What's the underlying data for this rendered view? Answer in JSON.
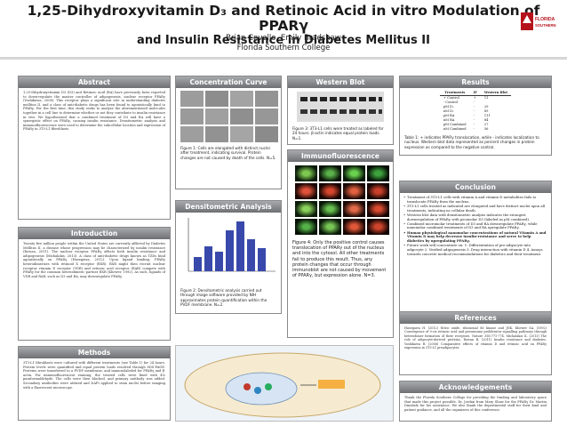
{
  "title": {
    "line1": "1,25-Dihydroxyvitamin D₃ and Retinoic Acid in vitro Modulation of PPARγ",
    "line2": "and Insulin Resistance in Diabetes Mellitus II"
  },
  "authors": "Brian Covello, Emily Bradshaw",
  "affiliation": "Florida Southern College",
  "logo_text": "FLORIDA SOUTHERN",
  "sections": {
    "abstract": "Abstract",
    "introduction": "Introduction",
    "methods": "Methods",
    "concentration": "Concentration Curve",
    "densitometric": "Densitometric Analysis",
    "western": "Western Blot",
    "immuno": "Immunofluorescence",
    "results": "Results",
    "conclusion": "Conclusion",
    "references": "References",
    "acknowledgements": "Acknowledgements"
  },
  "abstract_text": "1,25-Dihydroxyvitamin D3 (D3) and Retinoic Acid (RA) have previously been reported to down-regulate the master controller of adipogenesis, nuclear receptor PPARγ (Yoshikawa, 2006). This receptor plays a significant role in understanding diabetes mellitus II, and a class of anti-diabetic drugs has been found to agonistically bind to PPARγ. For the first time, this study seeks to analyze the aforementioned molecules together in a cell line to determine whether or not they contribute to insulin resistance in vivo. We hypothesized that a combined treatment of D3 and RA will have a synergistic effect on PPARγ, causing insulin resistance. Densitometric analysis and immunofluorescence were used to determine the subcellular location and expression of PPARγ in 3T3-L1 fibroblasts.",
  "intro_text": "Twenty five million people within the United States are currently afflicted by Diabetes Mellitus II, a disease whose progression may be characterized by insulin resistance (Rowan, 2011). The nuclear receptor PPARγ affects both insulin resistance and adipogenesis (Michalakis, 2013). A class of anti-diabetic drugs known as TZDs bind agonistically on PPARγ (Hasegawa, 2012). Upon ligand binding, PPARγ heterodimerizes with retinoid X receptor (RXR). RXR might then recruit nuclear receptor vitamin D receptor (VDR) and retinoic acid receptor (RAR) compete with PPARγ for the common heterodimeric partner RXR (Kliewer, 1992). As such, ligands of VDR and RAR, such as D3 and RA, may downregulate PPARγ.",
  "methods_text": "3T3-L1 fibroblasts were cultured with different treatments (see Table 1) for 24 hours. Protein levels were quantified and equal protein loads resolved through SDS-PAGE. Proteins were transferred to a PVDF membrane, and immunolabeled for PPARγ and β-actin. For immunofluorescent staining, the treated cells were fixed with 4% paraformaldehyde. The cells were then blocked, and primary antibody was added. Secondary antibodies were utilized and DAPI applied to stain nuclei before imaging with a fluorescent microscope.",
  "captions": {
    "fig1": "Figure 1: Cells are elongated with distinct nuclei after treatment, indicating survival. Protein changes are not caused by death of the cells. N=5.",
    "fig2": "Figure 2: Densitometric analysis carried out through image software provided by NIH approximates protein quantification within the PVDF membrane. N=2.",
    "fig3": "Figure 3: 3T3-L1 cells were treated as labeled for 24 hours. β-actin indicates equal protein loads. N=1.",
    "fig4": "Figure 4: Only the positive control causes translocation of PPARγ out of the nucleus and into the cytosol. All other treatments fail to produce this result. Thus, any protein changes that occur through immunoblot are not caused by movement of PPARγ, but expression alone. N=3.",
    "table1": "Table 1: + indicates PPARγ translocation, while - indicates localization to nucleus. Western blot data represented as percent changes in protein expression as compared to the negative control."
  },
  "results_table": {
    "headers": [
      "Treatments",
      "IF",
      "Western Blot"
    ],
    "rows": [
      [
        "+ Control",
        "+",
        "11"
      ],
      [
        "- Control",
        "-",
        ""
      ],
      [
        "pM D₃",
        "-",
        "29"
      ],
      [
        "nM D₃",
        "-",
        "89"
      ],
      [
        "pM RA",
        "-",
        "111"
      ],
      [
        "nM RA",
        "-",
        "84"
      ],
      [
        "pM Combined",
        "-",
        "27"
      ],
      [
        "nM Combined",
        "-",
        "56"
      ]
    ]
  },
  "conclusion_items": [
    "Treatment of 3T3-L1 cells with vitamin A and vitamin D metabolites fails to translocate PPARγ from the nucleus.",
    "3T3-L1 cells treated as indicated are elongated and have distinct nuclei upon all treatments, indicating no cellular death.",
    "Western blot data with densitometric analysis indicates the strongest downregulation of PPARγ with picomolar D3 (labeled as pM combined).",
    "Combined micromolar treatments of D3 and RA downregulate PPARγ, while nanomolar combined treatments of D3 and RA upregulate PPARγ.",
    "Human physiological nanomolar concentrations of natural Vitamin A and Vitamin D may help decrease insulin-resistance and serve to help diabetics by upregulating PPARγ.",
    "Future work will concentrate on: 1. Differentiation of pre-adipocyte into adipocyte 2. Verified adipogenesis 3. Drug interaction with vitamin D 4. Assays towards concrete medical recommendations for diabetics and their treatment."
  ],
  "references_text": "Hasegawa H. (2012) Nitric oxide, ribosomal S6 kinase and JNK. Kliewer SA. (1992) Convergence of 9-cis retinoic acid and peroxisome proliferator signalling pathways through heterodimer formation of their receptors. Nature 358:771-774. Michalakis K. (2013) The role of adipocyte-derived proteins. Rowan B. (2011) Insulin resistance and diabetes. Yoshikawa R. (2006) Comparative effects of vitamin D and retinoic acid on PPARγ expression in 3T3-L1 preadipocytes.",
  "ack_text": "Thank the Florida Southern College for providing the funding and laboratory space that made this project possible. Dr. Jordan from Mary Shaw for the PPARγ Dr. Martin Dinsdale for his assistance. We also thank the departmental staff for their kind and patient guidance, and all the organizers of this conference.",
  "colors": {
    "header_dark": "#6e7074",
    "header_light": "#a8aaae",
    "accent_red": "#b5121b",
    "accent_green": "#2e7d32"
  }
}
